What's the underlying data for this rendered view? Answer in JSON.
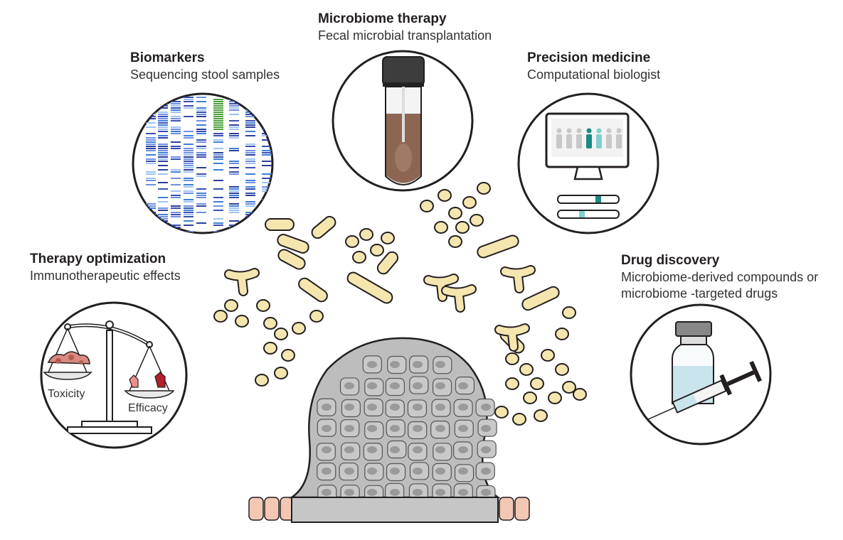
{
  "sections": {
    "biomarkers": {
      "title": "Biomarkers",
      "subtitle": "Sequencing stool samples"
    },
    "microbiome_therapy": {
      "title": "Microbiome therapy",
      "subtitle": "Fecal microbial transplantation"
    },
    "precision_medicine": {
      "title": "Precision medicine",
      "subtitle": "Computational biologist"
    },
    "therapy_optimization": {
      "title": "Therapy optimization",
      "subtitle": "Immunotherapeutic effects"
    },
    "drug_discovery": {
      "title": "Drug discovery",
      "subtitle_line1": "Microbiome-derived compounds or",
      "subtitle_line2": "microbiome -targeted drugs"
    }
  },
  "scale_labels": {
    "left": "Toxicity",
    "right": "Efficacy"
  },
  "colors": {
    "bacteria_fill": "#f5e6b0",
    "bacteria_stroke": "#231f20",
    "stool": "#8c6653",
    "tumor": "#bdbdbd",
    "tumor_dark": "#9a9a9a",
    "epithelium": "#f2c8b4",
    "teal": "#1a8a84",
    "teal_light": "#7fd0cf",
    "antibody": "#b21f2d",
    "vial_liquid": "#c9e4ec"
  }
}
